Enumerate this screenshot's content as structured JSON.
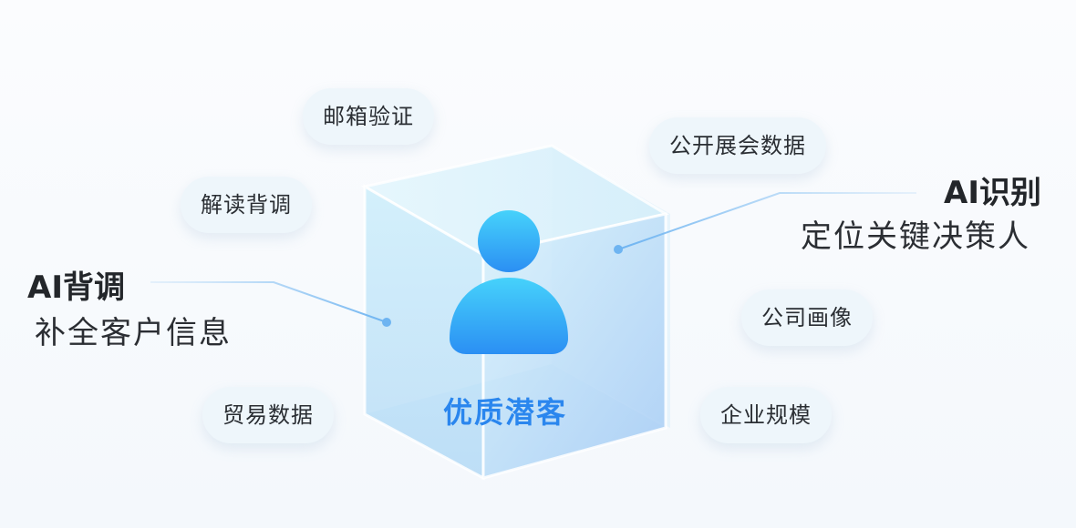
{
  "pills": {
    "email_verify": "邮箱验证",
    "expo_data": "公开展会数据",
    "background_check": "解读背调",
    "company_profile": "公司画像",
    "trade_data": "贸易数据",
    "company_scale": "企业规模"
  },
  "left_callout": {
    "title": "AI背调",
    "subtitle": "补全客户信息"
  },
  "right_callout": {
    "title": "AI识别",
    "subtitle": "定位关键决策人"
  },
  "center": {
    "label": "优质潜客"
  },
  "colors": {
    "accent": "#2a86ee",
    "cube_face": "#bfe3f7",
    "avatar": "#3aa8f5",
    "pill_bg": "#eef6fb"
  }
}
